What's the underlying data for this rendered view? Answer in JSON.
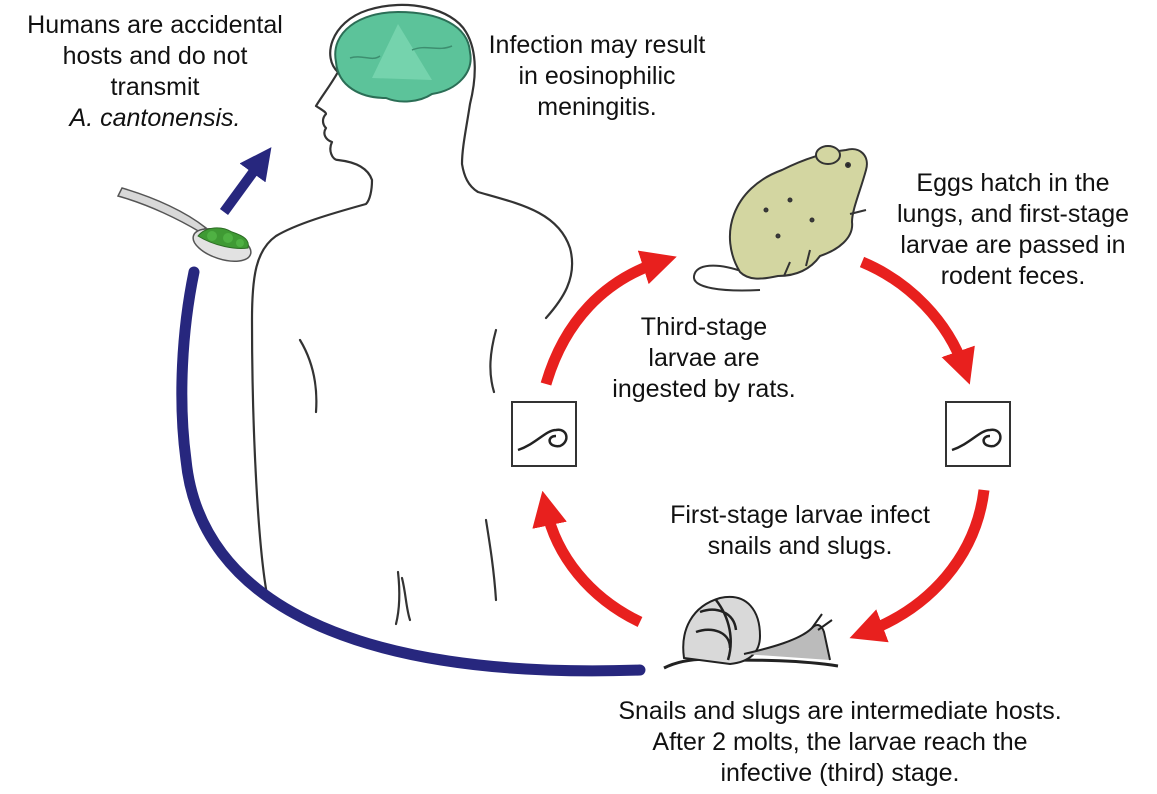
{
  "colors": {
    "human_path": "#27277e",
    "rat_cycle": "#e8201e",
    "brain": "#5cc39a",
    "rat_body": "#d3d6a1",
    "food": "#3f9a34",
    "outline": "#333333"
  },
  "icons": {
    "brain": "brain-icon",
    "rat": "rat-icon",
    "snail": "snail-icon",
    "spoon": "spoon-icon",
    "larva": "larva-icon"
  },
  "labels": {
    "humans": {
      "line1": "Humans are accidental",
      "line2": "hosts and do not",
      "line3": "transmit",
      "line4": "A. cantonensis."
    },
    "infection": {
      "line1": "Infection may result",
      "line2": "in eosinophilic",
      "line3": "meningitis."
    },
    "eggs": {
      "line1": "Eggs hatch in the",
      "line2": "lungs, and first-stage",
      "line3": "larvae are passed in",
      "line4": "rodent feces."
    },
    "third_stage": {
      "line1": "Third-stage",
      "line2": "larvae are",
      "line3": "ingested by rats."
    },
    "first_stage": {
      "line1": "First-stage larvae infect",
      "line2": "snails and slugs."
    },
    "snails": {
      "line1": "Snails and slugs are intermediate hosts.",
      "line2": "After 2 molts, the larvae reach the",
      "line3": "infective (third) stage."
    }
  }
}
